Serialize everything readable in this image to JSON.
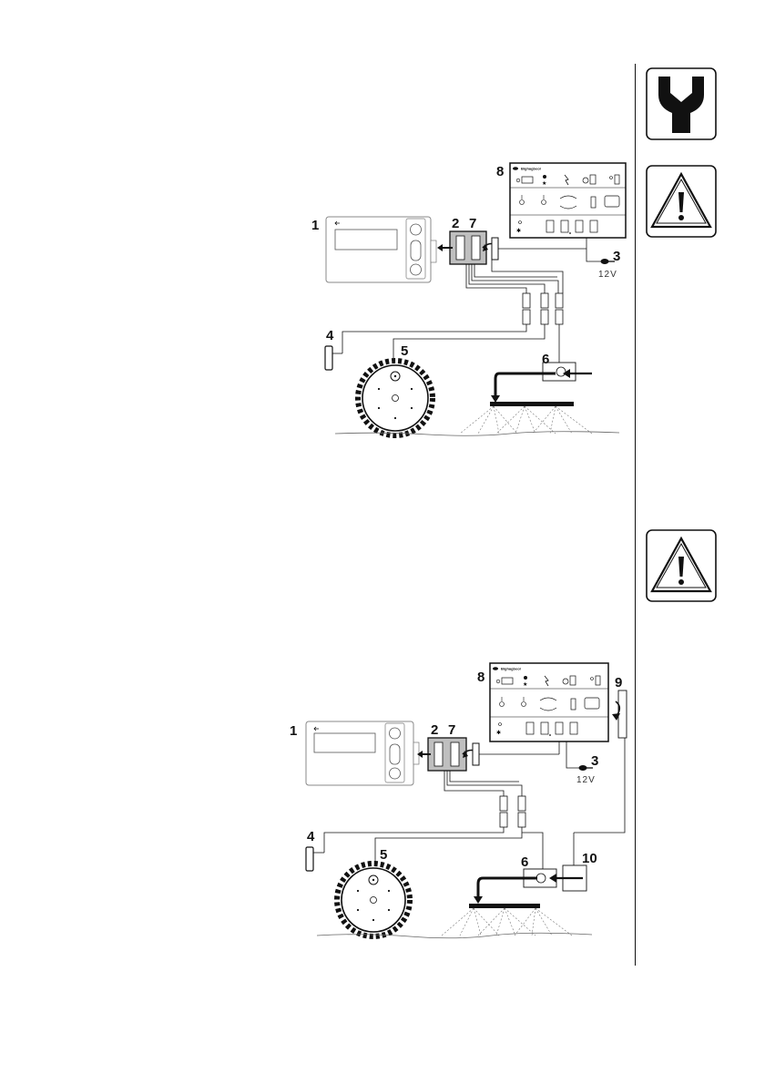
{
  "sidebar": {
    "icons": [
      {
        "name": "wrench-icon"
      },
      {
        "name": "warning-icon"
      },
      {
        "name": "warning-icon"
      }
    ]
  },
  "diagram_top": {
    "callouts": [
      "1",
      "2",
      "7",
      "8",
      "3",
      "4",
      "5",
      "6"
    ],
    "voltage_label": "12V"
  },
  "diagram_bottom": {
    "callouts": [
      "1",
      "2",
      "7",
      "8",
      "9",
      "3",
      "4",
      "5",
      "6",
      "10"
    ],
    "voltage_label": "12V"
  }
}
